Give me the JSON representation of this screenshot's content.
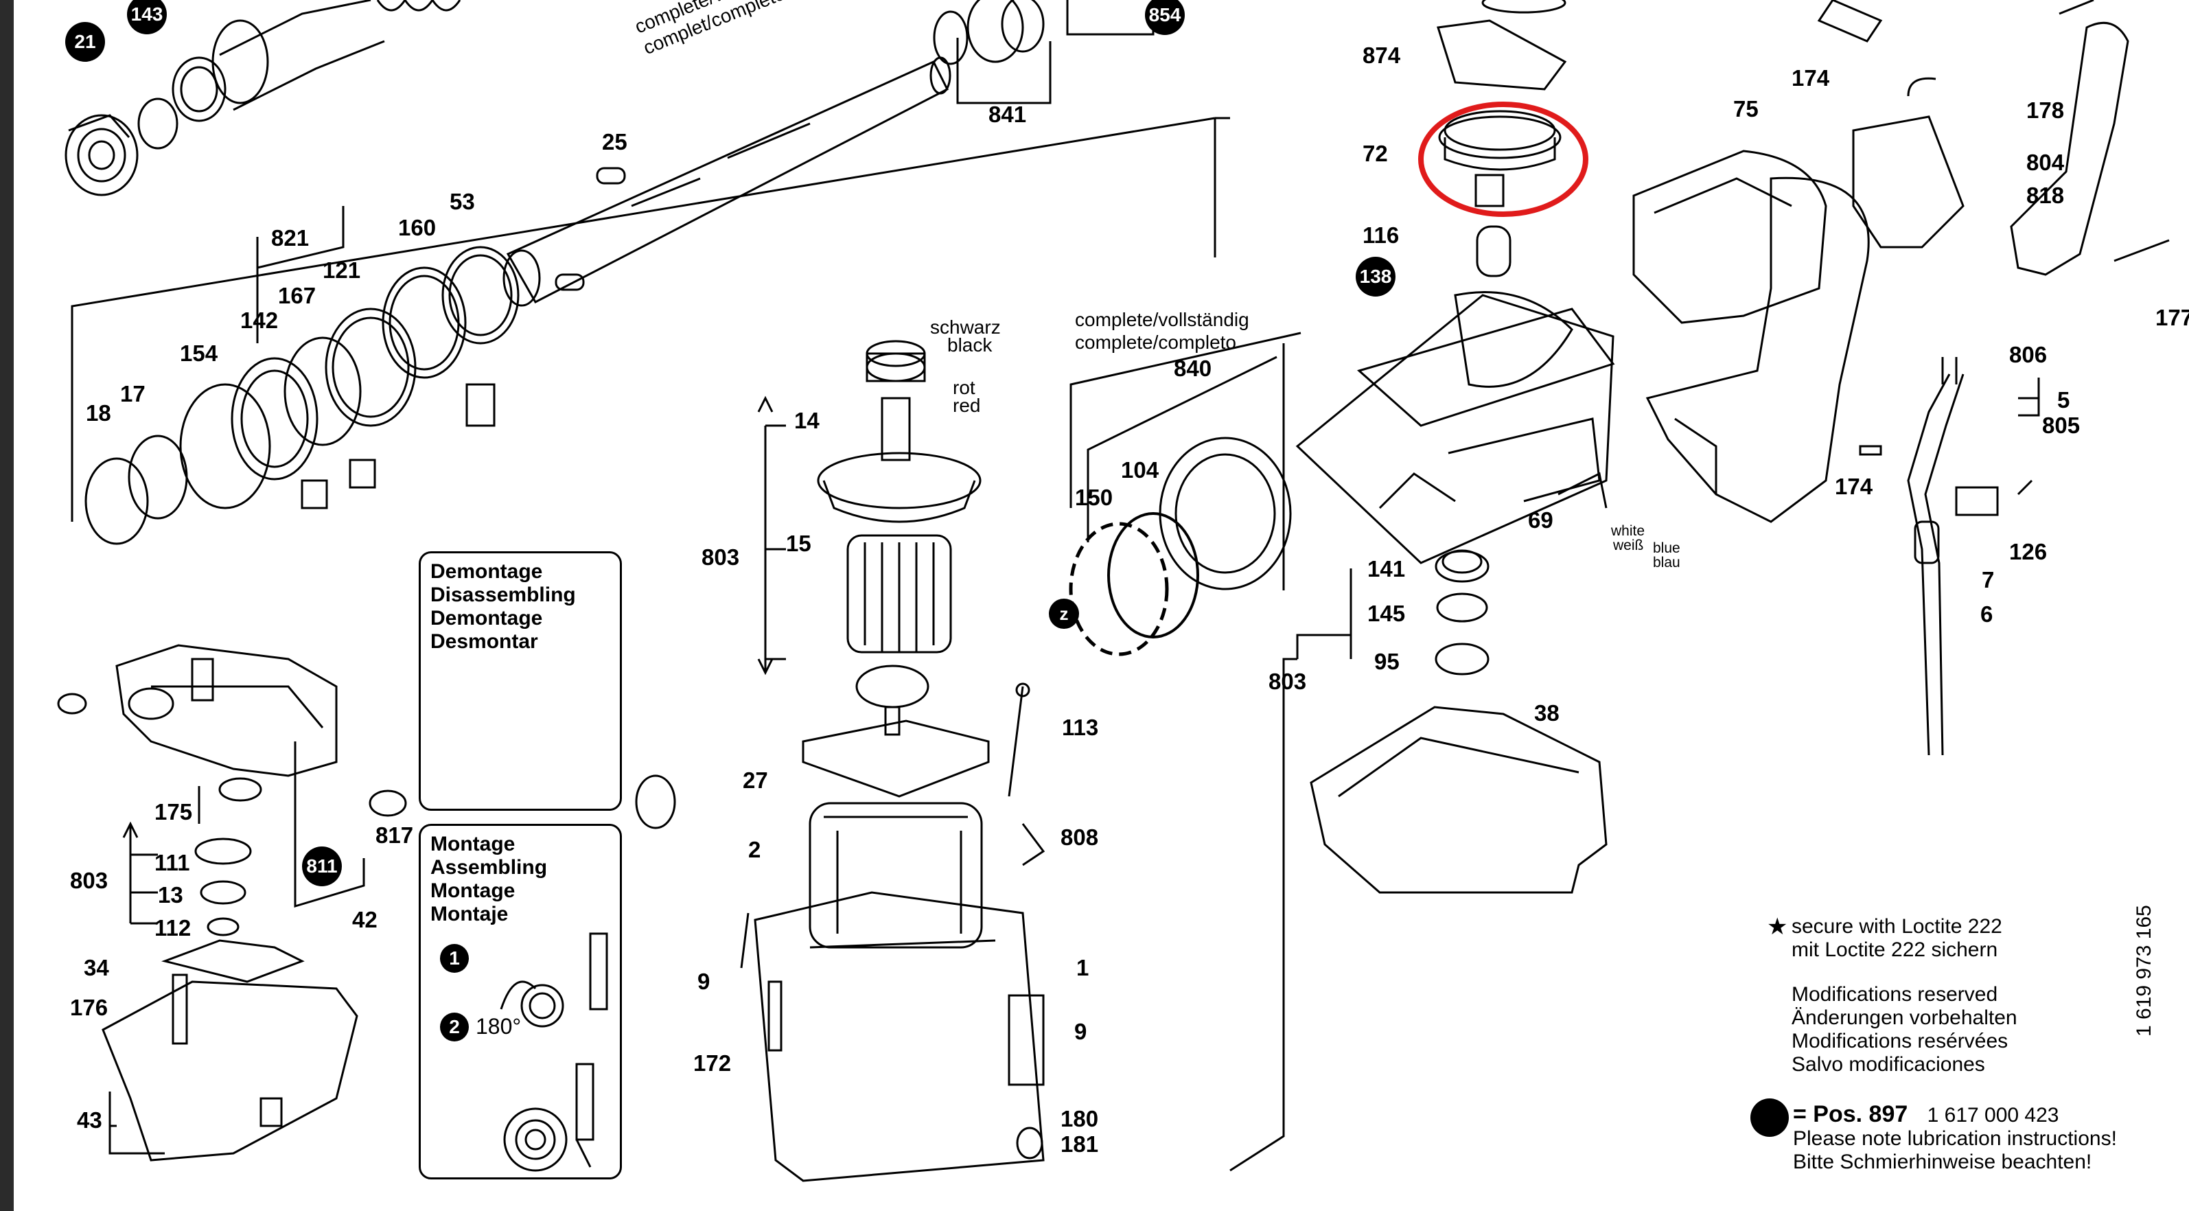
{
  "parts": {
    "p21": "21",
    "p143": "143",
    "p854": "854",
    "p841": "841",
    "p25": "25",
    "p874": "874",
    "p72": "72",
    "p116": "116",
    "p138": "138",
    "p75": "75",
    "p174a": "174",
    "p178": "178",
    "p804": "804",
    "p818": "818",
    "p177": "177",
    "p821": "821",
    "p160": "160",
    "p53": "53",
    "p167": "167",
    "p121": "121",
    "p142": "142",
    "p154": "154",
    "p18": "18",
    "p17": "17",
    "p14": "14",
    "p15": "15",
    "p803a": "803",
    "p840": "840",
    "p104": "104",
    "p150": "150",
    "p69": "69",
    "p806": "806",
    "p5": "5",
    "p805": "805",
    "p174b": "174",
    "p126": "126",
    "p7": "7",
    "p6": "6",
    "p141": "141",
    "p145": "145",
    "p95": "95",
    "p803b": "803",
    "p38": "38",
    "p113": "113",
    "p27": "27",
    "p2": "2",
    "p808": "808",
    "p9a": "9",
    "p1": "1",
    "p9b": "9",
    "p172": "172",
    "p180": "180",
    "p181": "181",
    "p175": "175",
    "p811": "811",
    "p817": "817",
    "p803c": "803",
    "p111": "111",
    "p13": "13",
    "p112": "112",
    "p42": "42",
    "p34": "34",
    "p176": "176",
    "p43": "43",
    "pz": "z"
  },
  "captions": {
    "complete_top_1": "complete/vollst",
    "complete_top_2": "complet/completo",
    "schwarz": "schwarz",
    "black": "black",
    "rot": "rot",
    "red": "red",
    "complete_mid_1": "complete/vollständig",
    "complete_mid_2": "complete/completo",
    "white": "white",
    "weiss": "weiß",
    "blue": "blue",
    "blau": "blau"
  },
  "disassembly_box": {
    "lines": [
      "Demontage",
      "Disassembling",
      "Demontage",
      "Desmontar"
    ]
  },
  "assembly_box": {
    "lines": [
      "Montage",
      "Assembling",
      "Montage",
      "Montaje"
    ],
    "step1": "1",
    "step2": "2",
    "angle": "180°"
  },
  "notes": {
    "loctite_1": "secure with Loctite 222",
    "loctite_2": "mit Loctite 222 sichern",
    "mod_1": "Modifications reserved",
    "mod_2": "Änderungen vorbehalten",
    "mod_3": "Modifications resérvées",
    "mod_4": "Salvo modificaciones",
    "pos_label": "= Pos. 897",
    "pos_number": "1 617 000 423",
    "lube_1": "Please note lubrication instructions!",
    "lube_2": "Bitte Schmierhinweise beachten!",
    "doc_number": "1 619 973 165"
  },
  "highlight_color": "#e01b1b"
}
